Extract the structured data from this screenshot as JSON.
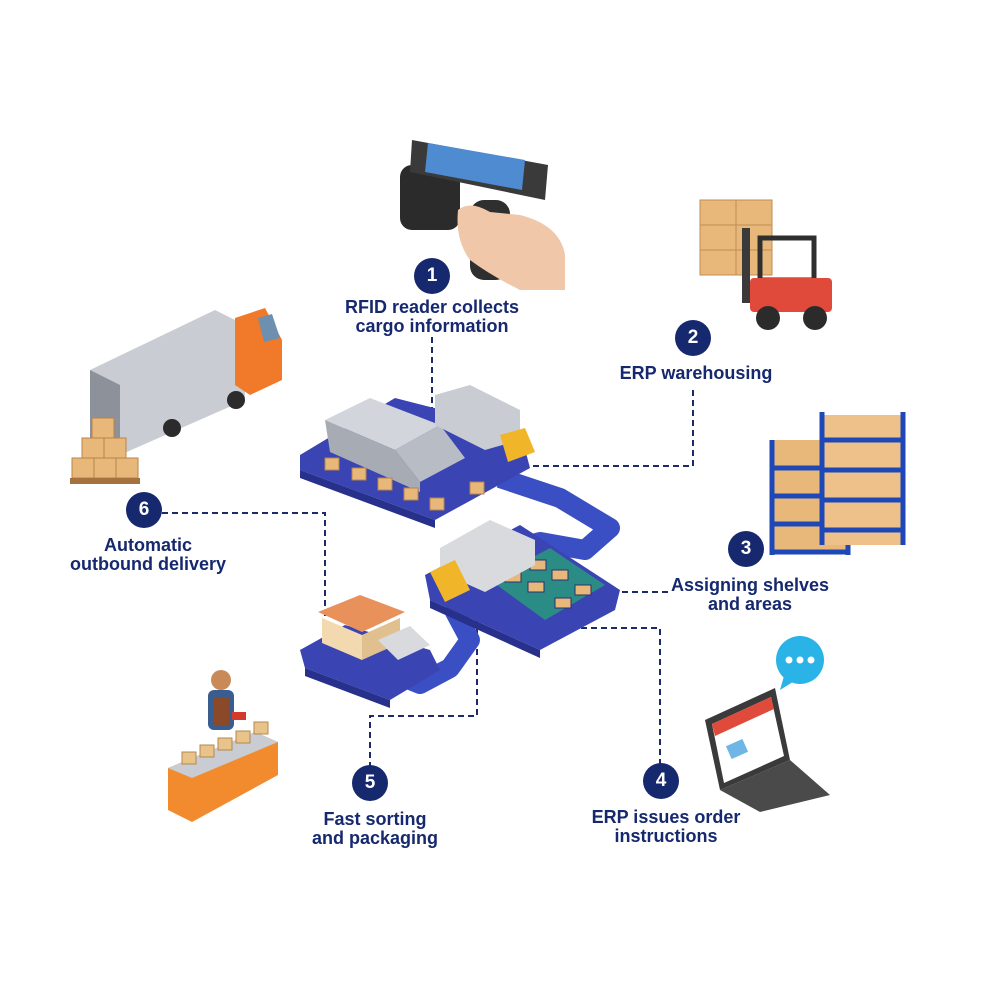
{
  "colors": {
    "navy": "#16286e",
    "platform": "#3a44b3",
    "road": "#3b4fc4",
    "dash": "#1c2a6a",
    "orange": "#f07a2a",
    "box": "#e8b87a",
    "red": "#e04a3a",
    "bubble": "#29b3e6"
  },
  "steps": [
    {
      "number": "1",
      "lines": [
        "RFID reader collects",
        "cargo information"
      ],
      "illustration": "handheld-rfid-reader"
    },
    {
      "number": "2",
      "lines": [
        "ERP warehousing"
      ],
      "illustration": "forklift-with-pallets"
    },
    {
      "number": "3",
      "lines": [
        "Assigning shelves",
        "and areas"
      ],
      "illustration": "blue-storage-racks"
    },
    {
      "number": "4",
      "lines": [
        "ERP issues order",
        "instructions"
      ],
      "illustration": "laptop-with-chat-bubble"
    },
    {
      "number": "5",
      "lines": [
        "Fast sorting",
        "and packaging"
      ],
      "illustration": "worker-at-conveyor"
    },
    {
      "number": "6",
      "lines": [
        "Automatic",
        "outbound delivery"
      ],
      "illustration": "delivery-truck-with-boxes"
    }
  ],
  "center": "isometric-warehouse-campus"
}
